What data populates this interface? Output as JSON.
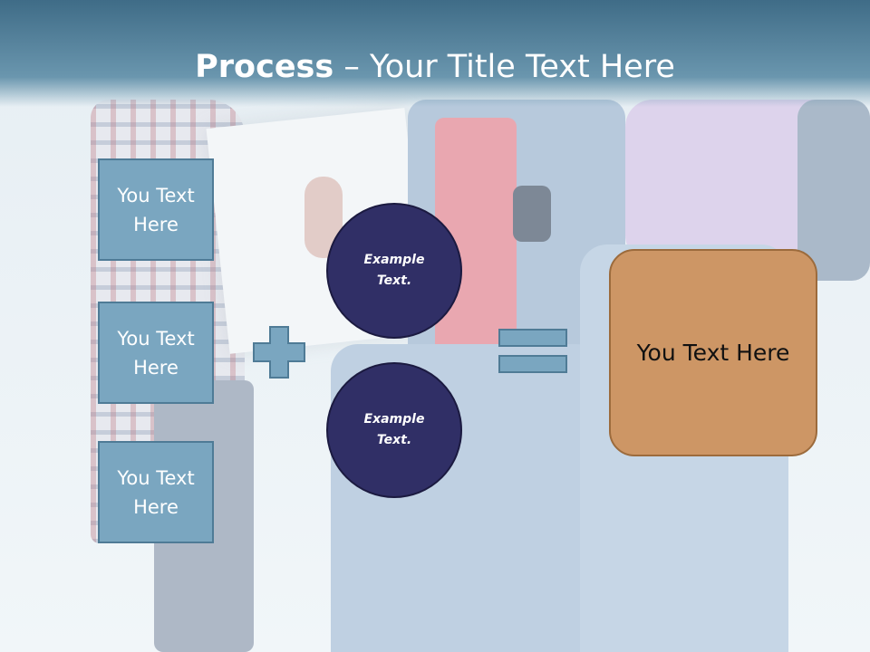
{
  "title": {
    "bold": "Process",
    "rest": " – Your Title Text Here"
  },
  "left_boxes": [
    {
      "label": "You Text Here"
    },
    {
      "label": "You Text Here"
    },
    {
      "label": "You Text Here"
    }
  ],
  "circles": [
    {
      "label": "Example Text."
    },
    {
      "label": "Example Text."
    }
  ],
  "result_box": {
    "label": "You Text Here"
  },
  "colors": {
    "title_bar": "#4f7f9b",
    "box_fill": "#7aa6c0",
    "circle_fill": "#302f66",
    "result_fill": "#cd9665"
  }
}
